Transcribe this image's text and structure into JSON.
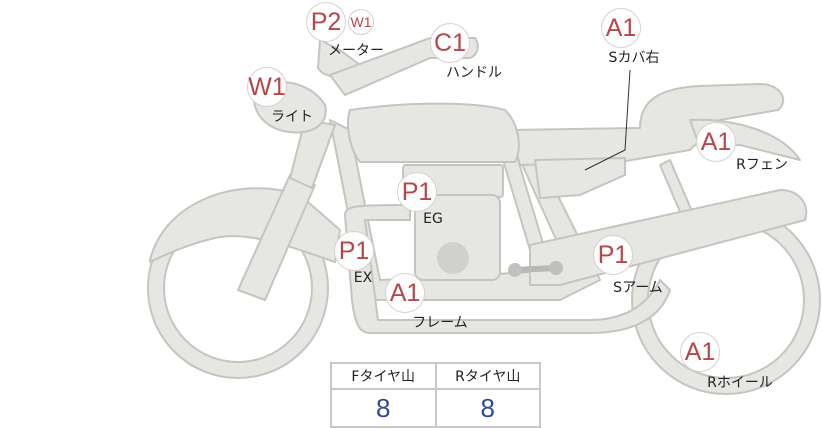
{
  "parts": [
    {
      "id": "meter",
      "code": "P2",
      "sub": "W1",
      "label": "メーター"
    },
    {
      "id": "handle",
      "code": "C1",
      "label": "ハンドル"
    },
    {
      "id": "light",
      "code": "W1",
      "label": "ライト"
    },
    {
      "id": "side-cover-right",
      "code": "A1",
      "label": "Sカバ右"
    },
    {
      "id": "rear-fender",
      "code": "A1",
      "label": "Rフェン"
    },
    {
      "id": "engine",
      "code": "P1",
      "label": "EG"
    },
    {
      "id": "exhaust",
      "code": "P1",
      "label": "EX"
    },
    {
      "id": "frame",
      "code": "A1",
      "label": "フレーム"
    },
    {
      "id": "swingarm",
      "code": "P1",
      "label": "Sアーム"
    },
    {
      "id": "rear-wheel",
      "code": "A1",
      "label": "Rホイール"
    }
  ],
  "tire_table": {
    "headers": [
      "Fタイヤ山",
      "Rタイヤ山"
    ],
    "values": [
      "8",
      "8"
    ]
  },
  "colors": {
    "body": "#e6e6e3",
    "outline": "#c4c4c0",
    "badge_text": "#b5474a",
    "value_text": "#2f4b8f"
  }
}
